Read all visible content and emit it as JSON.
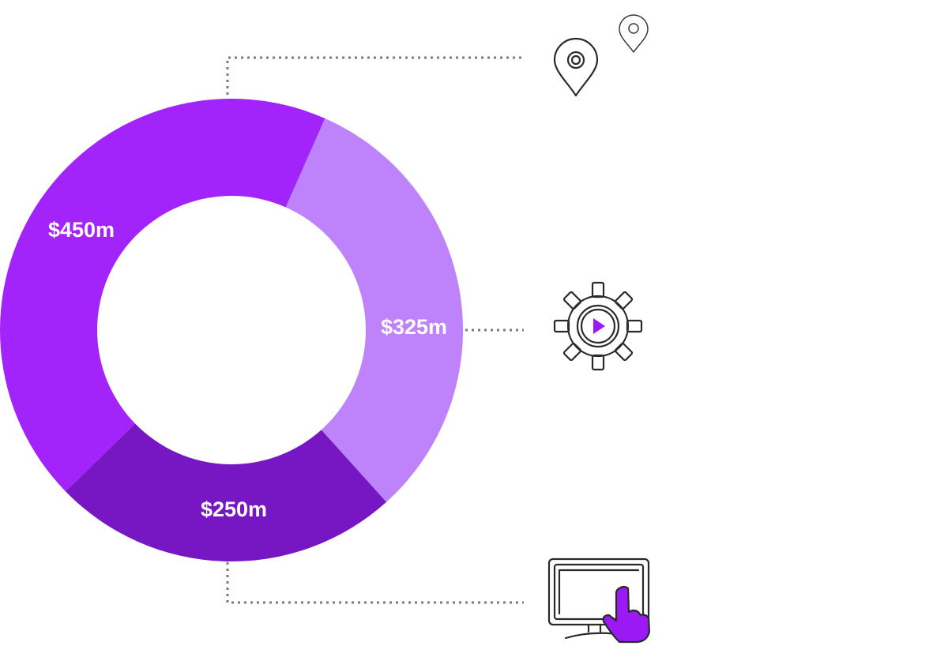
{
  "chart_data": {
    "type": "pie",
    "donut": true,
    "slices": [
      {
        "label": "$450m",
        "value": 450,
        "color": "#a323fb",
        "icon": "location-pin-icon"
      },
      {
        "label": "$325m",
        "value": 325,
        "color": "#be82fa",
        "icon": "gear-play-icon"
      },
      {
        "label": "$250m",
        "value": 250,
        "color": "#7717c4",
        "icon": "touch-screen-icon"
      }
    ],
    "legend": "none"
  },
  "colors": {
    "leader_line": "#7a7a7a",
    "icon_accent": "#9b19f5",
    "icon_stroke": "#2a2a2a"
  }
}
